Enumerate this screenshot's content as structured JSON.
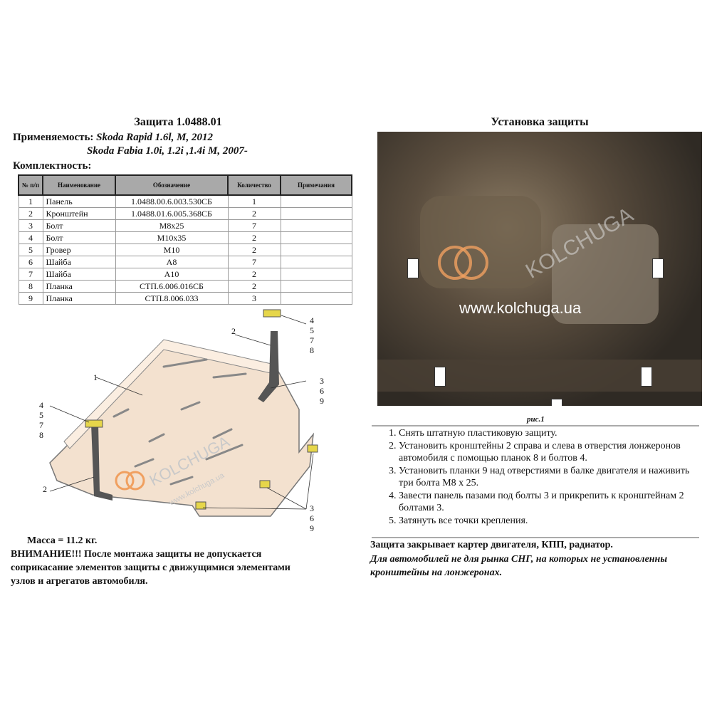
{
  "left": {
    "title": "Защита 1.0488.01",
    "applicability_label": "Применяемость:",
    "applicability": [
      "Skoda Rapid 1.6l, M, 2012",
      "Skoda Fabia 1.0i, 1.2i ,1.4i M, 2007-"
    ],
    "kit_label": "Комплектность:",
    "table": {
      "headers": [
        "№ п/п",
        "Наименование",
        "Обозначение",
        "Количество",
        "Примечания"
      ],
      "rows": [
        [
          "1",
          "Панель",
          "1.0488.00.6.003.530СБ",
          "1",
          ""
        ],
        [
          "2",
          "Кронштейн",
          "1.0488.01.6.005.368СБ",
          "2",
          ""
        ],
        [
          "3",
          "Болт",
          "M8x25",
          "7",
          ""
        ],
        [
          "4",
          "Болт",
          "M10x35",
          "2",
          ""
        ],
        [
          "5",
          "Гровер",
          "M10",
          "2",
          ""
        ],
        [
          "6",
          "Шайба",
          "A8",
          "7",
          ""
        ],
        [
          "7",
          "Шайба",
          "A10",
          "2",
          ""
        ],
        [
          "8",
          "Планка",
          "СТП.6.006.016СБ",
          "2",
          ""
        ],
        [
          "9",
          "Планка",
          "СТП.8.006.033",
          "3",
          ""
        ]
      ]
    },
    "diagram": {
      "callouts": {
        "c1": "1",
        "c2a": "2",
        "c2b": "2",
        "top_right": [
          "4",
          "5",
          "7",
          "8"
        ],
        "right_mid": [
          "3",
          "6",
          "9"
        ],
        "left": [
          "4",
          "5",
          "7",
          "8"
        ],
        "bottom_right": [
          "3",
          "6",
          "9"
        ]
      },
      "watermark": "KOLCHUGA",
      "watermark_url": "www.kolchuga.ua"
    },
    "mass": "Масса = 11.2 кг.",
    "warning": "ВНИМАНИЕ!!! После монтажа защиты не допускается соприкасание элементов защиты с движущимися элементами узлов и агрегатов автомобиля."
  },
  "right": {
    "title": "Установка защиты",
    "photo_watermark": "www.kolchuga.ua",
    "photo_logo": "KOLCHUGA",
    "caption": "рис.1",
    "steps": [
      "Снять штатную пластиковую защиту.",
      "Установить кронштейны 2 справа и слева в отверстия лонжеронов автомобиля с помощью планок 8 и болтов 4.",
      "Установить планки 9 над отверстиями в балке двигателя и наживить три болта M8 x 25.",
      "Завести панель пазами под болты 3 и прикрепить к кронштейнам 2 болтами 3.",
      "Затянуть все точки крепления."
    ],
    "note_bold": "Защита закрывает картер двигателя, КПП, радиатор.",
    "note_italic": "Для автомобилей не для рынка СНГ, на которых не установленны кронштейны на лонжеронах."
  }
}
